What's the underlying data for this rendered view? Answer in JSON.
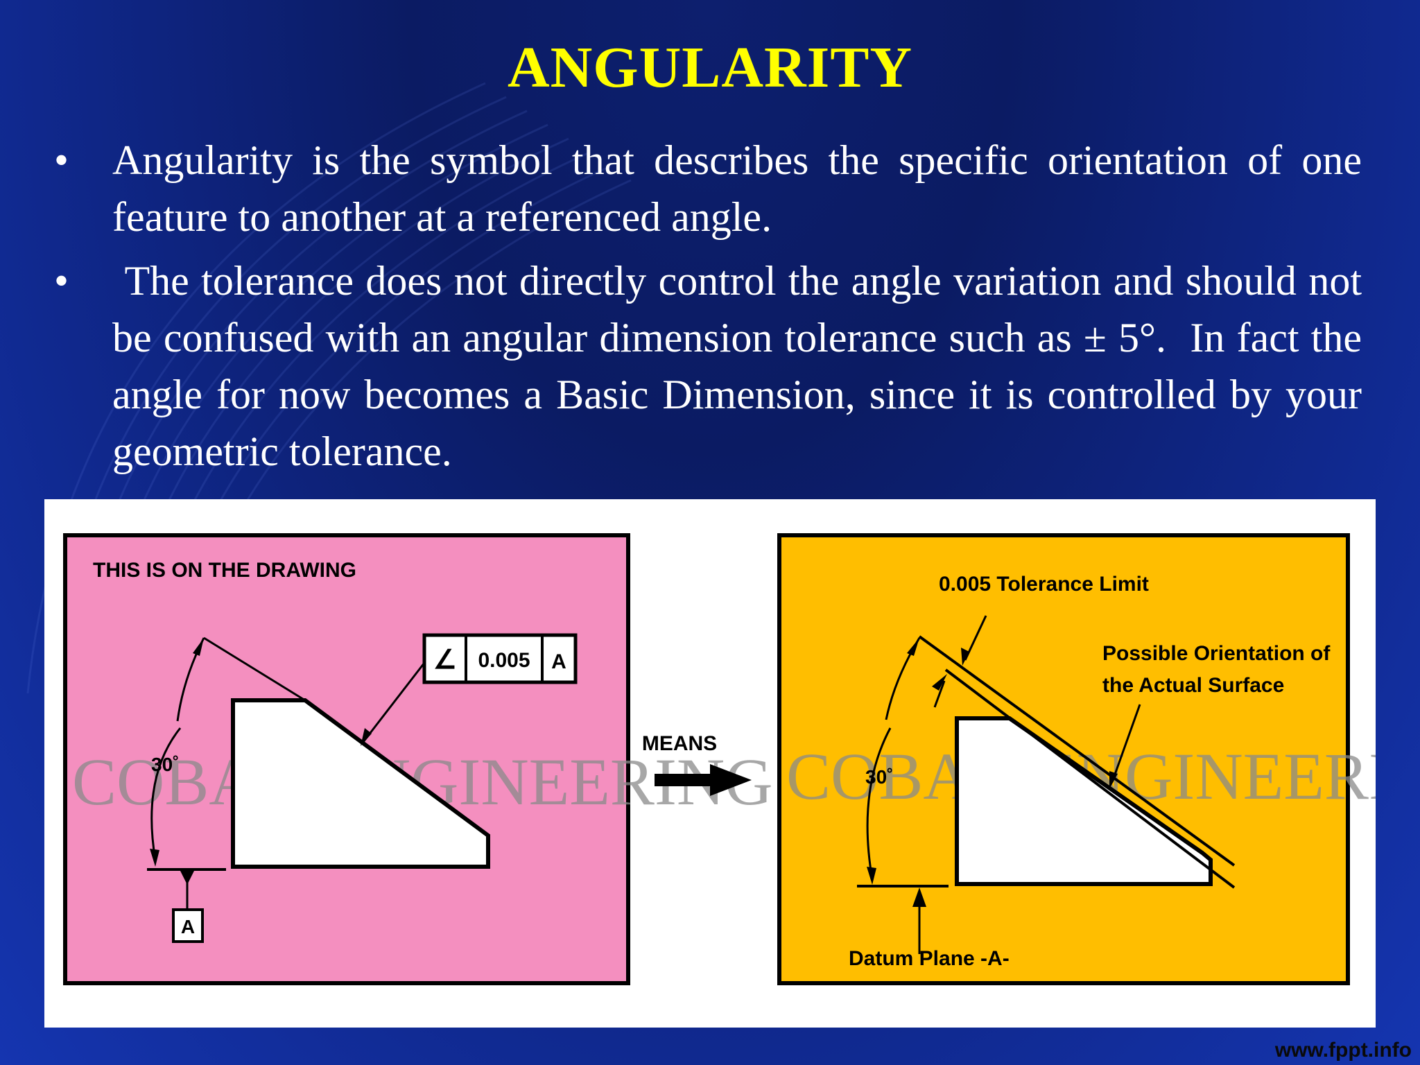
{
  "title": "ANGULARITY",
  "bullets": [
    "Angularity is the symbol that describes the specific orientation of one feature to another at a referenced angle.",
    " The tolerance does not directly control the angle variation and should not be confused with an angular dimension tolerance such as ± 5°.  In fact the angle for now becomes a Basic Dimension, since it is controlled by your geometric tolerance."
  ],
  "bullet_char": "•",
  "figure": {
    "left": {
      "heading": "THIS IS ON THE DRAWING",
      "angle_label": "30˚",
      "fcf_symbol": "∠",
      "fcf_tolerance": "0.005",
      "fcf_datum": "A",
      "datum_label": "A",
      "watermark": "COBAN ENGINEERING"
    },
    "means_label": "MEANS",
    "right": {
      "tolerance_label": "0.005 Tolerance Limit",
      "orientation_label_line1": "Possible Orientation of",
      "orientation_label_line2": "the Actual Surface",
      "angle_label": "30˚",
      "datum_plane_label": "Datum Plane -A-",
      "watermark": "COBAN ENGINEERING"
    }
  },
  "footer": "www.fppt.info",
  "colors": {
    "background": "#0b1b63",
    "title": "#ffff00",
    "left_panel": "#f48fbf",
    "right_panel": "#ffbe00"
  }
}
